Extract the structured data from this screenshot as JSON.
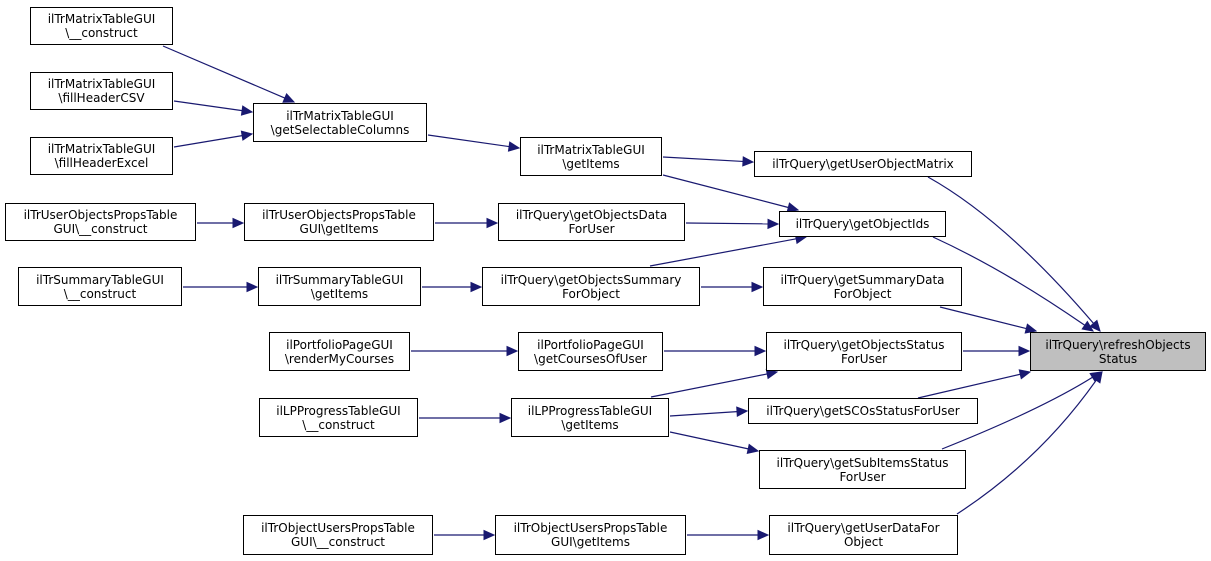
{
  "graph": {
    "edge_color": "#191970",
    "focus_fill": "#bfbfbf",
    "nodes": [
      {
        "id": "n1",
        "lines": [
          "ilTrMatrixTableGUI",
          "\\__construct"
        ]
      },
      {
        "id": "n2",
        "lines": [
          "ilTrMatrixTableGUI",
          "\\fillHeaderCSV"
        ]
      },
      {
        "id": "n3",
        "lines": [
          "ilTrMatrixTableGUI",
          "\\fillHeaderExcel"
        ]
      },
      {
        "id": "n4",
        "lines": [
          "ilTrMatrixTableGUI",
          "\\getSelectableColumns"
        ]
      },
      {
        "id": "n5",
        "lines": [
          "ilTrMatrixTableGUI",
          "\\getItems"
        ]
      },
      {
        "id": "n6",
        "lines": [
          "ilTrQuery\\getUserObjectMatrix"
        ]
      },
      {
        "id": "n7",
        "lines": [
          "ilTrUserObjectsPropsTable",
          "GUI\\__construct"
        ]
      },
      {
        "id": "n8",
        "lines": [
          "ilTrUserObjectsPropsTable",
          "GUI\\getItems"
        ]
      },
      {
        "id": "n9",
        "lines": [
          "ilTrQuery\\getObjectsData",
          "ForUser"
        ]
      },
      {
        "id": "n10",
        "lines": [
          "ilTrQuery\\getObjectIds"
        ]
      },
      {
        "id": "n11",
        "lines": [
          "ilTrSummaryTableGUI",
          "\\__construct"
        ]
      },
      {
        "id": "n12",
        "lines": [
          "ilTrSummaryTableGUI",
          "\\getItems"
        ]
      },
      {
        "id": "n13",
        "lines": [
          "ilTrQuery\\getObjectsSummary",
          "ForObject"
        ]
      },
      {
        "id": "n14",
        "lines": [
          "ilTrQuery\\getSummaryData",
          "ForObject"
        ]
      },
      {
        "id": "n15",
        "lines": [
          "ilPortfolioPageGUI",
          "\\renderMyCourses"
        ]
      },
      {
        "id": "n16",
        "lines": [
          "ilPortfolioPageGUI",
          "\\getCoursesOfUser"
        ]
      },
      {
        "id": "n17",
        "lines": [
          "ilTrQuery\\getObjectsStatus",
          "ForUser"
        ]
      },
      {
        "id": "n18",
        "lines": [
          "ilTrQuery\\refreshObjects",
          "Status"
        ],
        "focus": true
      },
      {
        "id": "n19",
        "lines": [
          "ilLPProgressTableGUI",
          "\\__construct"
        ]
      },
      {
        "id": "n20",
        "lines": [
          "ilLPProgressTableGUI",
          "\\getItems"
        ]
      },
      {
        "id": "n21",
        "lines": [
          "ilTrQuery\\getSCOsStatusForUser"
        ]
      },
      {
        "id": "n22",
        "lines": [
          "ilTrQuery\\getSubItemsStatus",
          "ForUser"
        ]
      },
      {
        "id": "n23",
        "lines": [
          "ilTrObjectUsersPropsTable",
          "GUI\\__construct"
        ]
      },
      {
        "id": "n24",
        "lines": [
          "ilTrObjectUsersPropsTable",
          "GUI\\getItems"
        ]
      },
      {
        "id": "n25",
        "lines": [
          "ilTrQuery\\getUserDataFor",
          "Object"
        ]
      }
    ],
    "edges": [
      {
        "from": "n1",
        "to": "n4"
      },
      {
        "from": "n2",
        "to": "n4"
      },
      {
        "from": "n3",
        "to": "n4"
      },
      {
        "from": "n4",
        "to": "n5"
      },
      {
        "from": "n5",
        "to": "n6"
      },
      {
        "from": "n5",
        "to": "n10"
      },
      {
        "from": "n6",
        "to": "n18"
      },
      {
        "from": "n7",
        "to": "n8"
      },
      {
        "from": "n8",
        "to": "n9"
      },
      {
        "from": "n9",
        "to": "n10"
      },
      {
        "from": "n13",
        "to": "n10"
      },
      {
        "from": "n10",
        "to": "n18"
      },
      {
        "from": "n11",
        "to": "n12"
      },
      {
        "from": "n12",
        "to": "n13"
      },
      {
        "from": "n13",
        "to": "n14"
      },
      {
        "from": "n14",
        "to": "n18"
      },
      {
        "from": "n15",
        "to": "n16"
      },
      {
        "from": "n16",
        "to": "n17"
      },
      {
        "from": "n20",
        "to": "n17"
      },
      {
        "from": "n17",
        "to": "n18"
      },
      {
        "from": "n19",
        "to": "n20"
      },
      {
        "from": "n20",
        "to": "n21"
      },
      {
        "from": "n20",
        "to": "n22"
      },
      {
        "from": "n21",
        "to": "n18"
      },
      {
        "from": "n22",
        "to": "n18"
      },
      {
        "from": "n23",
        "to": "n24"
      },
      {
        "from": "n24",
        "to": "n25"
      },
      {
        "from": "n25",
        "to": "n18"
      }
    ]
  }
}
